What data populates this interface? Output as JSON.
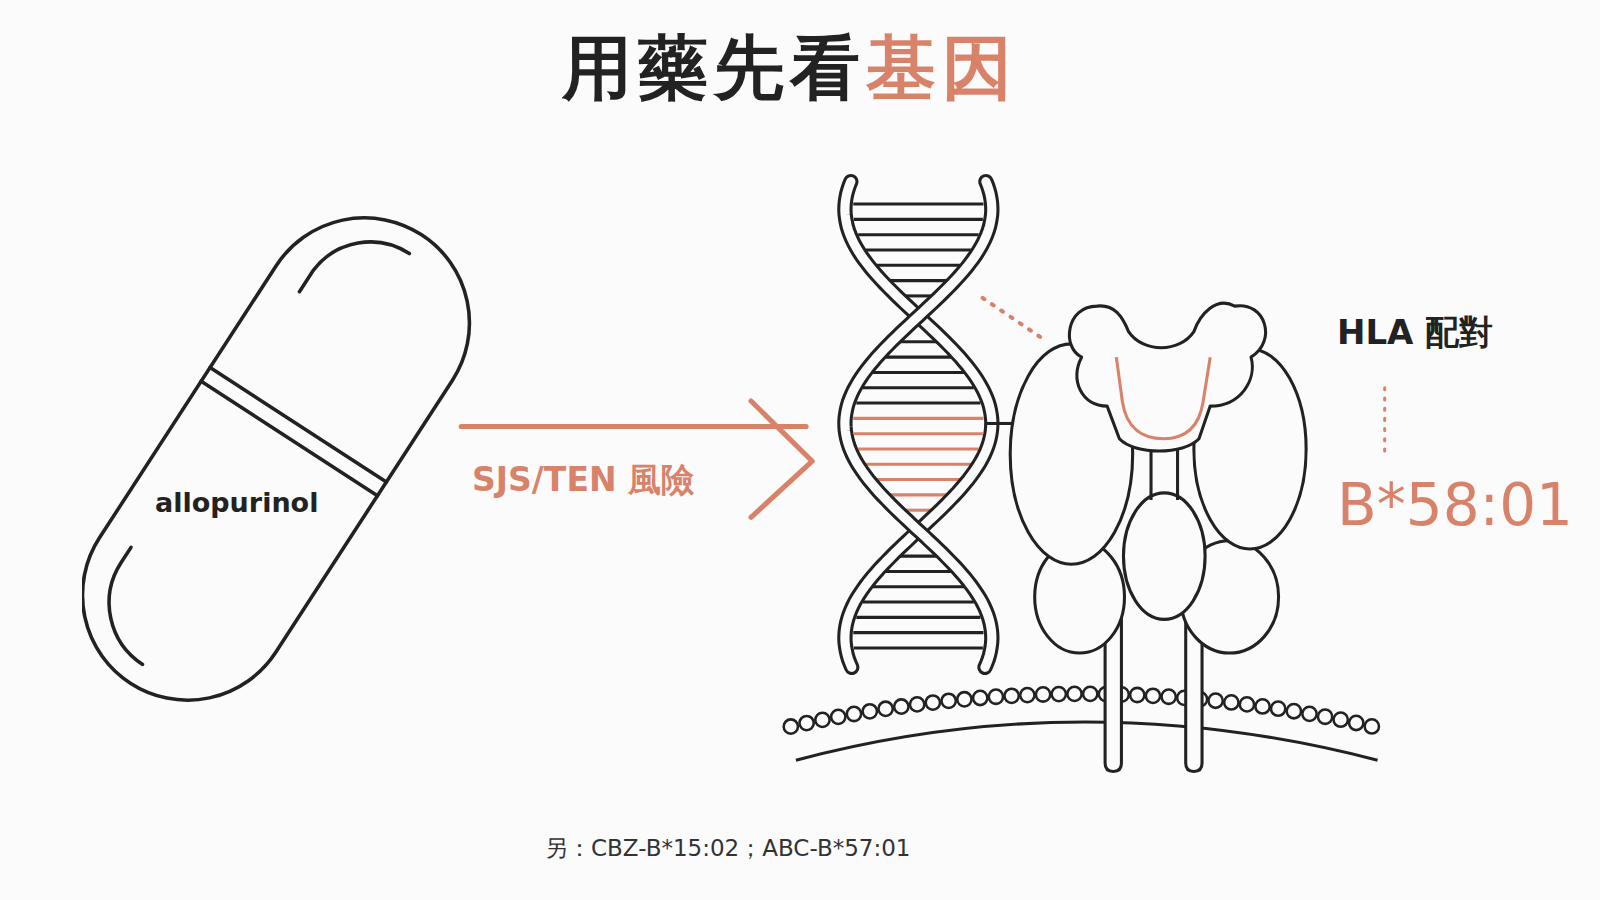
{
  "diagram": {
    "title": "用藥先看基因",
    "nodes": [
      {
        "text": [
          "allopurinol"
        ]
      }
    ],
    "labels": [
      "SJS/TEN 風險",
      "HLA 配對",
      "B*58:01",
      "另：CBZ-B*15:02；ABC-B*57:01"
    ]
  }
}
